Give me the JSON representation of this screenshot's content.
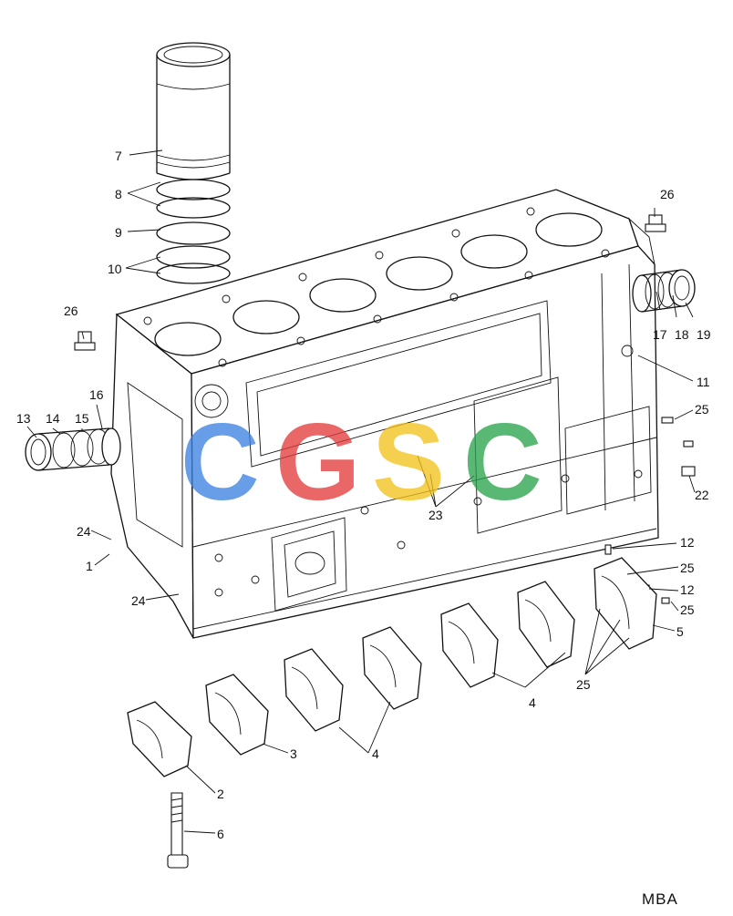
{
  "labels": {
    "l1": "1",
    "l2": "2",
    "l3": "3",
    "l4a": "4",
    "l4b": "4",
    "l5": "5",
    "l6": "6",
    "l7": "7",
    "l8": "8",
    "l9": "9",
    "l10": "10",
    "l11": "11",
    "l12a": "12",
    "l12b": "12",
    "l13": "13",
    "l14": "14",
    "l15": "15",
    "l16": "16",
    "l17": "17",
    "l18": "18",
    "l19": "19",
    "l22": "22",
    "l23": "23",
    "l24a": "24",
    "l24b": "24",
    "l25a": "25",
    "l25b": "25",
    "l25c": "25",
    "l25d": "25",
    "l26a": "26",
    "l26b": "26"
  },
  "caption": "MBA",
  "watermark": {
    "text": "CGSC",
    "colors": [
      "#3b7fe0",
      "#e23a3a",
      "#f2c21b",
      "#27a34a"
    ]
  }
}
